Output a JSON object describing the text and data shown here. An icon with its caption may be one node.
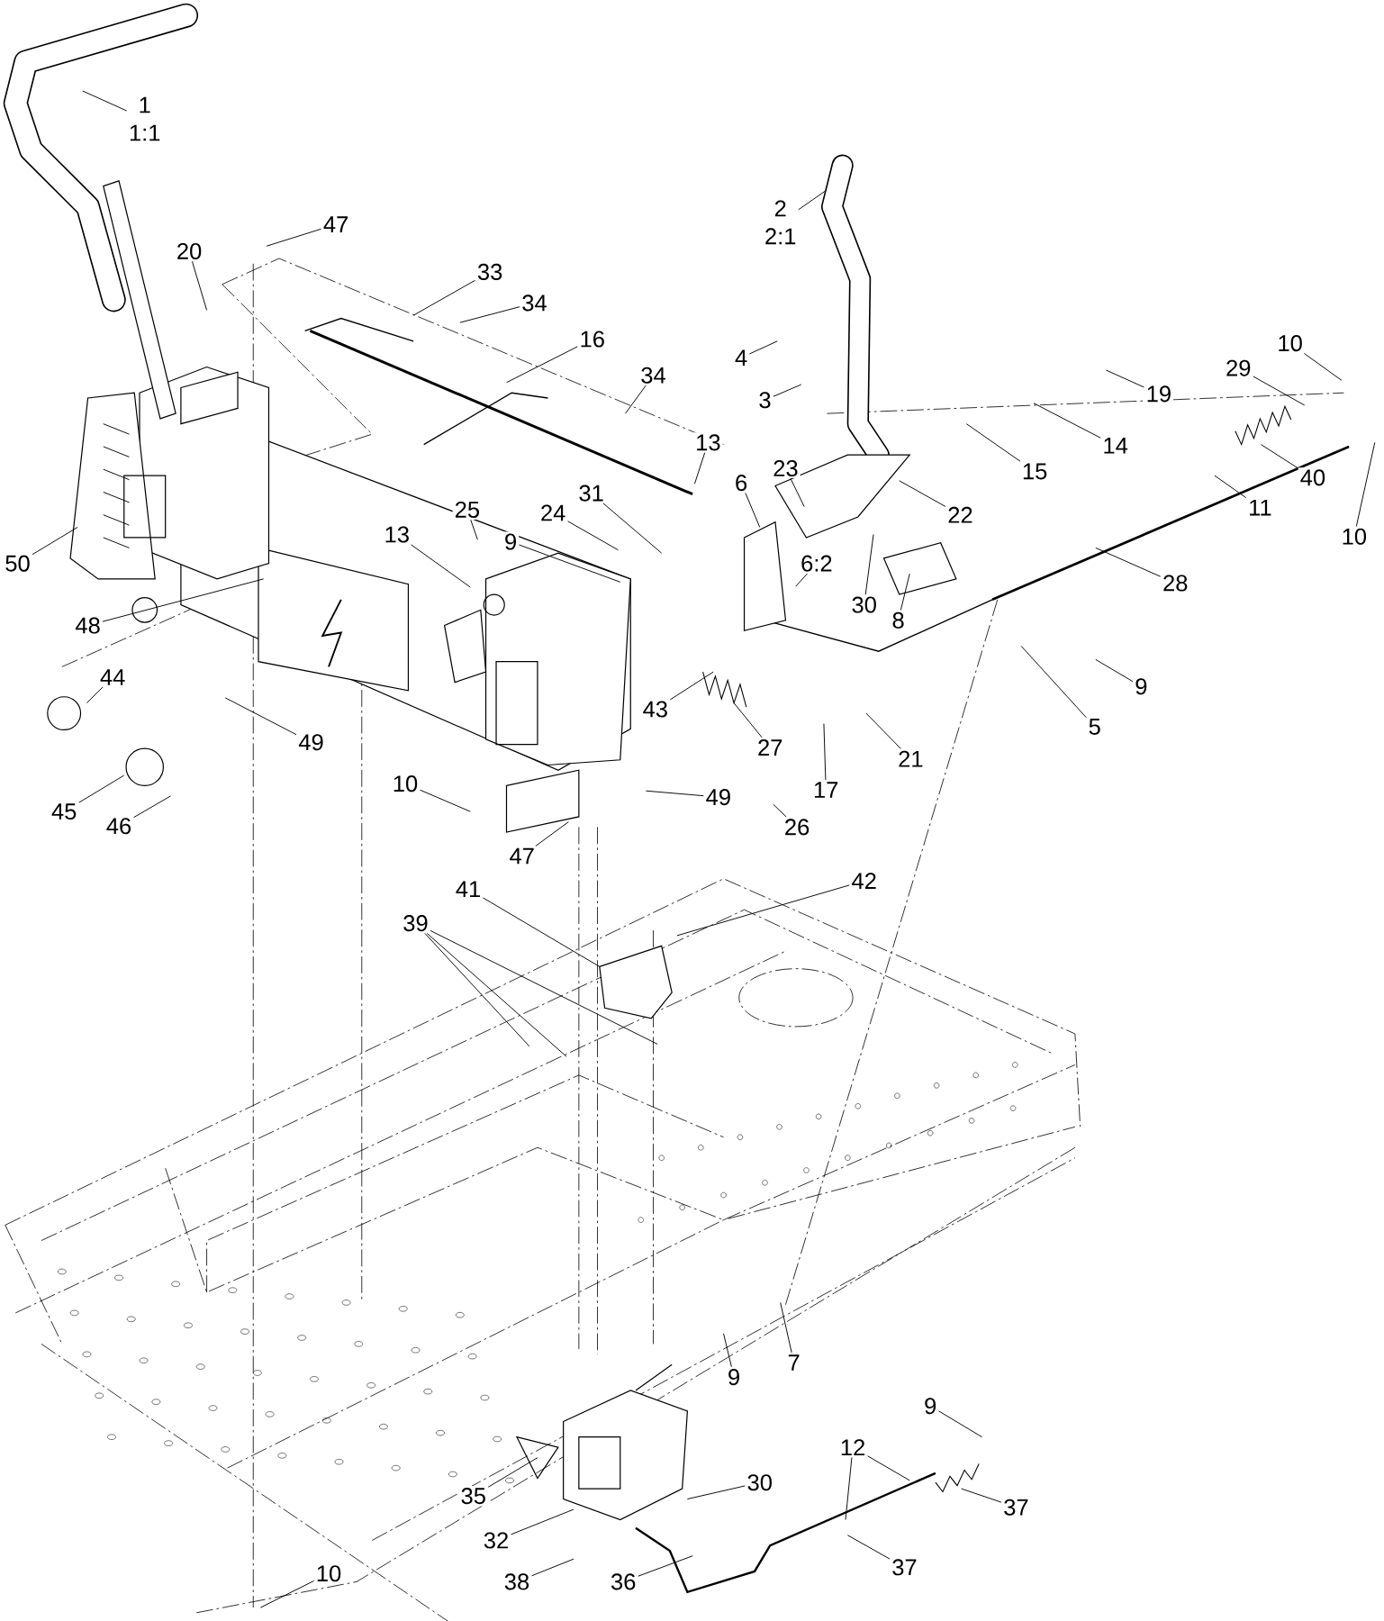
{
  "diagram": {
    "nodes": [
      {
        "text": [
          "1",
          "1:1"
        ]
      },
      {
        "text": [
          "2",
          "2:1"
        ]
      },
      {
        "text": [
          "47"
        ]
      },
      {
        "text": [
          "20"
        ]
      },
      {
        "text": [
          "33"
        ]
      },
      {
        "text": [
          "34"
        ]
      },
      {
        "text": [
          "16"
        ]
      },
      {
        "text": [
          "34"
        ]
      },
      {
        "text": [
          "4"
        ]
      },
      {
        "text": [
          "3"
        ]
      },
      {
        "text": [
          "19"
        ]
      },
      {
        "text": [
          "10"
        ]
      },
      {
        "text": [
          "29"
        ]
      },
      {
        "text": [
          "14"
        ]
      },
      {
        "text": [
          "15"
        ]
      },
      {
        "text": [
          "13"
        ]
      },
      {
        "text": [
          "23"
        ]
      },
      {
        "text": [
          "22"
        ]
      },
      {
        "text": [
          "40"
        ]
      },
      {
        "text": [
          "11"
        ]
      },
      {
        "text": [
          "10"
        ]
      },
      {
        "text": [
          "6"
        ]
      },
      {
        "text": [
          "31"
        ]
      },
      {
        "text": [
          "24"
        ]
      },
      {
        "text": [
          "25"
        ]
      },
      {
        "text": [
          "13"
        ]
      },
      {
        "text": [
          "9"
        ]
      },
      {
        "text": [
          "50"
        ]
      },
      {
        "text": [
          "6:2"
        ]
      },
      {
        "text": [
          "30"
        ]
      },
      {
        "text": [
          "8"
        ]
      },
      {
        "text": [
          "28"
        ]
      },
      {
        "text": [
          "48"
        ]
      },
      {
        "text": [
          "9"
        ]
      },
      {
        "text": [
          "5"
        ]
      },
      {
        "text": [
          "43"
        ]
      },
      {
        "text": [
          "27"
        ]
      },
      {
        "text": [
          "21"
        ]
      },
      {
        "text": [
          "17"
        ]
      },
      {
        "text": [
          "44"
        ]
      },
      {
        "text": [
          "49"
        ]
      },
      {
        "text": [
          "45"
        ]
      },
      {
        "text": [
          "46"
        ]
      },
      {
        "text": [
          "10"
        ]
      },
      {
        "text": [
          "49"
        ]
      },
      {
        "text": [
          "26"
        ]
      },
      {
        "text": [
          "47"
        ]
      },
      {
        "text": [
          "42"
        ]
      },
      {
        "text": [
          "41"
        ]
      },
      {
        "text": [
          "39"
        ]
      },
      {
        "text": [
          "9"
        ]
      },
      {
        "text": [
          "7"
        ]
      },
      {
        "text": [
          "9"
        ]
      },
      {
        "text": [
          "12"
        ]
      },
      {
        "text": [
          "37"
        ]
      },
      {
        "text": [
          "35"
        ]
      },
      {
        "text": [
          "30"
        ]
      },
      {
        "text": [
          "32"
        ]
      },
      {
        "text": [
          "37"
        ]
      },
      {
        "text": [
          "38"
        ]
      },
      {
        "text": [
          "36"
        ]
      },
      {
        "text": [
          "10"
        ]
      }
    ],
    "edges": [
      {
        "from": 0,
        "to": null,
        "arrow": "none"
      },
      {
        "from": 1,
        "to": null,
        "arrow": "none"
      },
      {
        "from": 2,
        "to": null,
        "arrow": "none"
      },
      {
        "from": 3,
        "to": null,
        "arrow": "none"
      },
      {
        "from": 4,
        "to": null,
        "arrow": "none"
      },
      {
        "from": 5,
        "to": null,
        "arrow": "none"
      },
      {
        "from": 6,
        "to": null,
        "arrow": "none"
      },
      {
        "from": 7,
        "to": null,
        "arrow": "none"
      },
      {
        "from": 8,
        "to": null,
        "arrow": "none"
      },
      {
        "from": 9,
        "to": null,
        "arrow": "none"
      },
      {
        "from": 10,
        "to": null,
        "arrow": "none"
      },
      {
        "from": 11,
        "to": null,
        "arrow": "none"
      },
      {
        "from": 12,
        "to": null,
        "arrow": "none"
      },
      {
        "from": 13,
        "to": null,
        "arrow": "none"
      },
      {
        "from": 14,
        "to": null,
        "arrow": "none"
      },
      {
        "from": 15,
        "to": null,
        "arrow": "none"
      },
      {
        "from": 16,
        "to": null,
        "arrow": "none"
      },
      {
        "from": 17,
        "to": null,
        "arrow": "none"
      },
      {
        "from": 18,
        "to": null,
        "arrow": "none"
      },
      {
        "from": 19,
        "to": null,
        "arrow": "none"
      },
      {
        "from": 20,
        "to": null,
        "arrow": "none"
      },
      {
        "from": 21,
        "to": null,
        "arrow": "none"
      },
      {
        "from": 22,
        "to": null,
        "arrow": "none"
      },
      {
        "from": 23,
        "to": null,
        "arrow": "none"
      },
      {
        "from": 24,
        "to": null,
        "arrow": "none"
      },
      {
        "from": 25,
        "to": null,
        "arrow": "none"
      },
      {
        "from": 26,
        "to": null,
        "arrow": "none"
      },
      {
        "from": 27,
        "to": null,
        "arrow": "none"
      },
      {
        "from": 28,
        "to": null,
        "arrow": "none"
      },
      {
        "from": 29,
        "to": null,
        "arrow": "none"
      },
      {
        "from": 30,
        "to": null,
        "arrow": "none"
      },
      {
        "from": 31,
        "to": null,
        "arrow": "none"
      },
      {
        "from": 32,
        "to": null,
        "arrow": "none"
      },
      {
        "from": 33,
        "to": null,
        "arrow": "none"
      },
      {
        "from": 34,
        "to": null,
        "arrow": "none"
      },
      {
        "from": 35,
        "to": null,
        "arrow": "none"
      },
      {
        "from": 36,
        "to": null,
        "arrow": "none"
      },
      {
        "from": 37,
        "to": null,
        "arrow": "none"
      },
      {
        "from": 38,
        "to": null,
        "arrow": "none"
      },
      {
        "from": 39,
        "to": null,
        "arrow": "none"
      },
      {
        "from": 40,
        "to": null,
        "arrow": "none"
      },
      {
        "from": 41,
        "to": null,
        "arrow": "none"
      },
      {
        "from": 42,
        "to": null,
        "arrow": "none"
      },
      {
        "from": 43,
        "to": null,
        "arrow": "none"
      },
      {
        "from": 44,
        "to": null,
        "arrow": "none"
      },
      {
        "from": 45,
        "to": null,
        "arrow": "none"
      },
      {
        "from": 46,
        "to": null,
        "arrow": "none"
      },
      {
        "from": 47,
        "to": null,
        "arrow": "none"
      },
      {
        "from": 48,
        "to": null,
        "arrow": "none"
      },
      {
        "from": 49,
        "to": null,
        "arrow": "none"
      },
      {
        "from": 50,
        "to": null,
        "arrow": "none"
      },
      {
        "from": 51,
        "to": null,
        "arrow": "none"
      },
      {
        "from": 52,
        "to": null,
        "arrow": "none"
      },
      {
        "from": 53,
        "to": null,
        "arrow": "none"
      },
      {
        "from": 54,
        "to": null,
        "arrow": "none"
      },
      {
        "from": 55,
        "to": null,
        "arrow": "none"
      },
      {
        "from": 56,
        "to": null,
        "arrow": "none"
      },
      {
        "from": 57,
        "to": null,
        "arrow": "none"
      },
      {
        "from": 58,
        "to": null,
        "arrow": "none"
      },
      {
        "from": 59,
        "to": null,
        "arrow": "none"
      },
      {
        "from": 60,
        "to": null,
        "arrow": "none"
      },
      {
        "from": 61,
        "to": null,
        "arrow": "none"
      },
      {
        "from": 49,
        "to": null,
        "arrow": "none"
      },
      {
        "from": 49,
        "to": null,
        "arrow": "none"
      },
      {
        "from": 53,
        "to": null,
        "arrow": "none"
      }
    ]
  }
}
